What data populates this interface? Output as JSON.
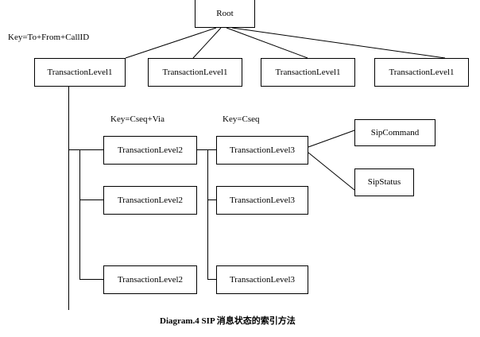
{
  "diagram": {
    "caption": "Diagram.4 SIP 消息状态的索引方法",
    "root": {
      "label": "Root"
    },
    "keys": {
      "level1": "Key=To+From+CallID",
      "level2": "Key=Cseq+Via",
      "level3": "Key=Cseq"
    },
    "level1_nodes": [
      {
        "label": "TransactionLevel1"
      },
      {
        "label": "TransactionLevel1"
      },
      {
        "label": "TransactionLevel1"
      },
      {
        "label": "TransactionLevel1"
      }
    ],
    "level2_nodes": [
      {
        "label": "TransactionLevel2"
      },
      {
        "label": "TransactionLevel2"
      },
      {
        "label": "TransactionLevel2"
      }
    ],
    "level3_nodes": [
      {
        "label": "TransactionLevel3"
      },
      {
        "label": "TransactionLevel3"
      },
      {
        "label": "TransactionLevel3"
      }
    ],
    "leaf_nodes": [
      {
        "label": "SipCommand"
      },
      {
        "label": "SipStatus"
      }
    ],
    "colors": {
      "stroke": "#000000",
      "fill": "#ffffff",
      "text": "#000000"
    }
  }
}
